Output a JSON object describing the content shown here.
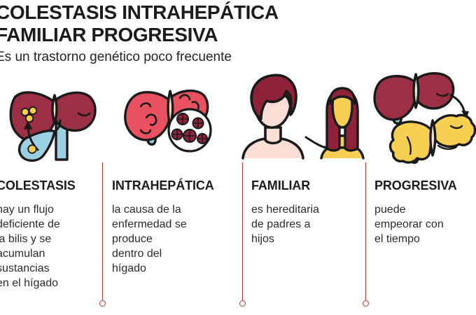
{
  "header": {
    "title_line_1": "COLESTASIS INTRAHEPÁTICA",
    "title_line_2": "FAMILIAR PROGRESIVA",
    "subtitle": "Es un trastorno genético poco frecuente"
  },
  "colors": {
    "liver_dark_red": "#9B2F43",
    "liver_pink_red": "#E8515F",
    "gallbladder_blue": "#9BD0E2",
    "jaundice_yellow": "#F5CE52",
    "skin_pale_pink": "#FADDD5",
    "hair_dark_red": "#8E2239",
    "ligament_cream": "#F2E3C4",
    "divider_red": "#B03A3A",
    "outline_black": "#1A1A1A",
    "text_dark": "#1C1C1C",
    "background": "#FFFFFF"
  },
  "columns": [
    {
      "id": "colestasis",
      "heading": "COLESTASIS",
      "body": "hay un flujo\ndeficiente de\nla bilis y se\nacumulan\nsustancias\nen el hígado",
      "icon": "liver-with-gallbladder-icon"
    },
    {
      "id": "intrahepatica",
      "heading": "INTRAHEPÁTICA",
      "body": "la causa de la\nenfermedad se\nproduce\ndentro del\nhígado",
      "icon": "liver-with-magnified-cells-icon"
    },
    {
      "id": "familiar",
      "heading": "FAMILIAR",
      "body": "es hereditaria\nde padres a\nhijos",
      "icon": "parent-to-child-inheritance-icon"
    },
    {
      "id": "progresiva",
      "heading": "PROGRESIVA",
      "body": "puede\nempeorar con\nel tiempo",
      "icon": "healthy-to-damaged-liver-icon"
    }
  ]
}
